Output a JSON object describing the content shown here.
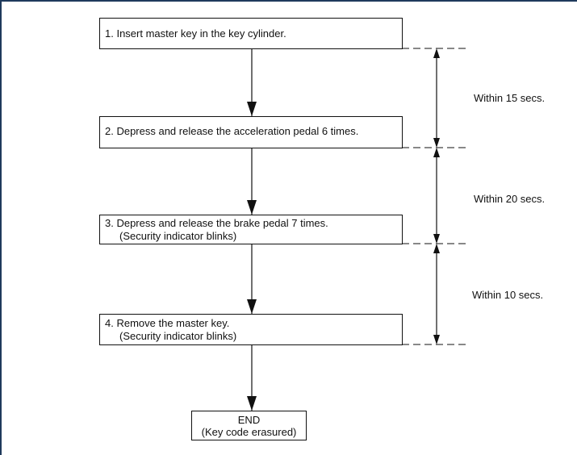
{
  "steps": [
    {
      "lines": [
        "1.  Insert master key in the key cylinder."
      ]
    },
    {
      "lines": [
        "2.  Depress and release the acceleration pedal 6 times."
      ]
    },
    {
      "lines": [
        "3.  Depress and release the brake pedal 7 times.",
        "(Security indicator blinks)"
      ]
    },
    {
      "lines": [
        "4.  Remove the master key.",
        "(Security indicator blinks)"
      ]
    }
  ],
  "end": {
    "title": "END",
    "note": "(Key code erasured)"
  },
  "intervals": [
    {
      "label": "Within 15 secs."
    },
    {
      "label": "Within 20 secs."
    },
    {
      "label": "Within 10 secs."
    }
  ]
}
